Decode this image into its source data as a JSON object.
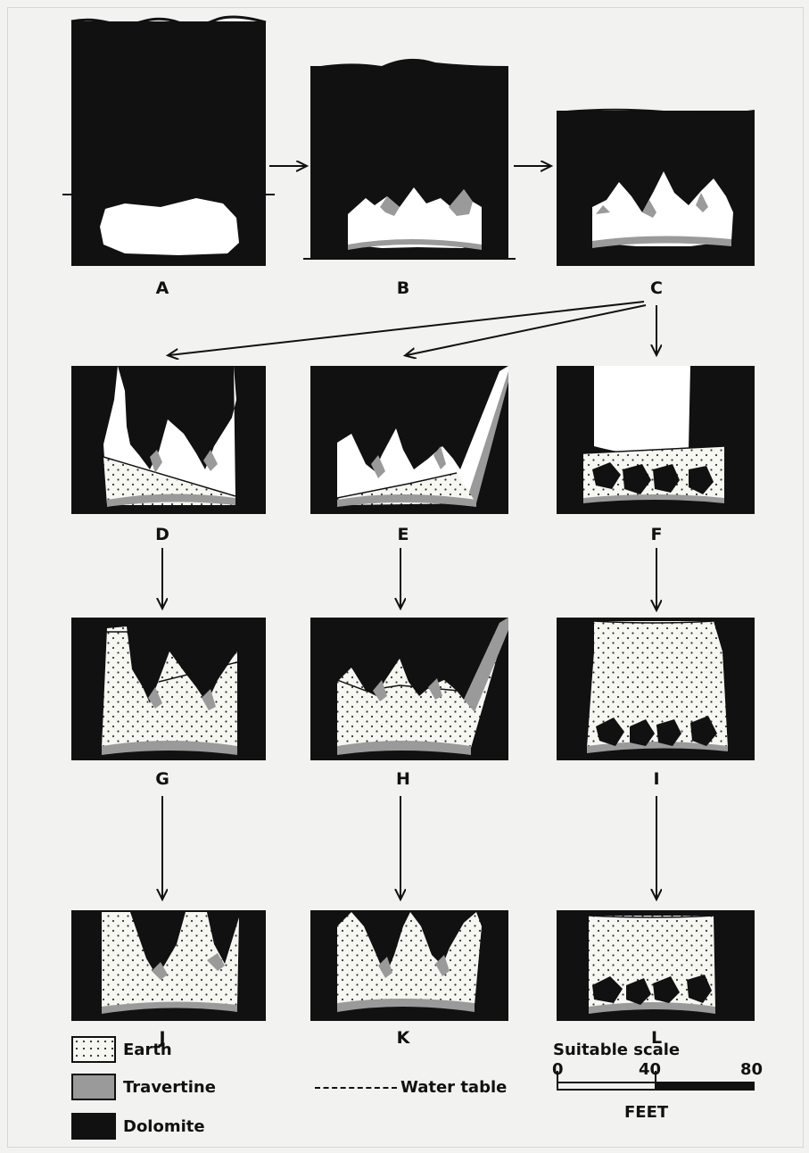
{
  "panels": [
    {
      "id": "A",
      "label": "A"
    },
    {
      "id": "B",
      "label": "B"
    },
    {
      "id": "C",
      "label": "C"
    },
    {
      "id": "D",
      "label": "D"
    },
    {
      "id": "E",
      "label": "E"
    },
    {
      "id": "F",
      "label": "F"
    },
    {
      "id": "G",
      "label": "G"
    },
    {
      "id": "H",
      "label": "H"
    },
    {
      "id": "I",
      "label": "I"
    },
    {
      "id": "J",
      "label": "J"
    },
    {
      "id": "K",
      "label": "K"
    },
    {
      "id": "L",
      "label": "L"
    }
  ],
  "legend": {
    "earth": "Earth",
    "travertine": "Travertine",
    "dolomite": "Dolomite",
    "water_table": "Water table"
  },
  "scale": {
    "title": "Suitable scale",
    "tick0": "0",
    "tick40": "40",
    "tick80": "80",
    "unit": "FEET"
  },
  "colors": {
    "dolomite": "#111111",
    "travertine": "#9a9a9a",
    "earth": "#f7f7f2",
    "cave": "#ffffff",
    "paper": "#f2f2f0"
  }
}
